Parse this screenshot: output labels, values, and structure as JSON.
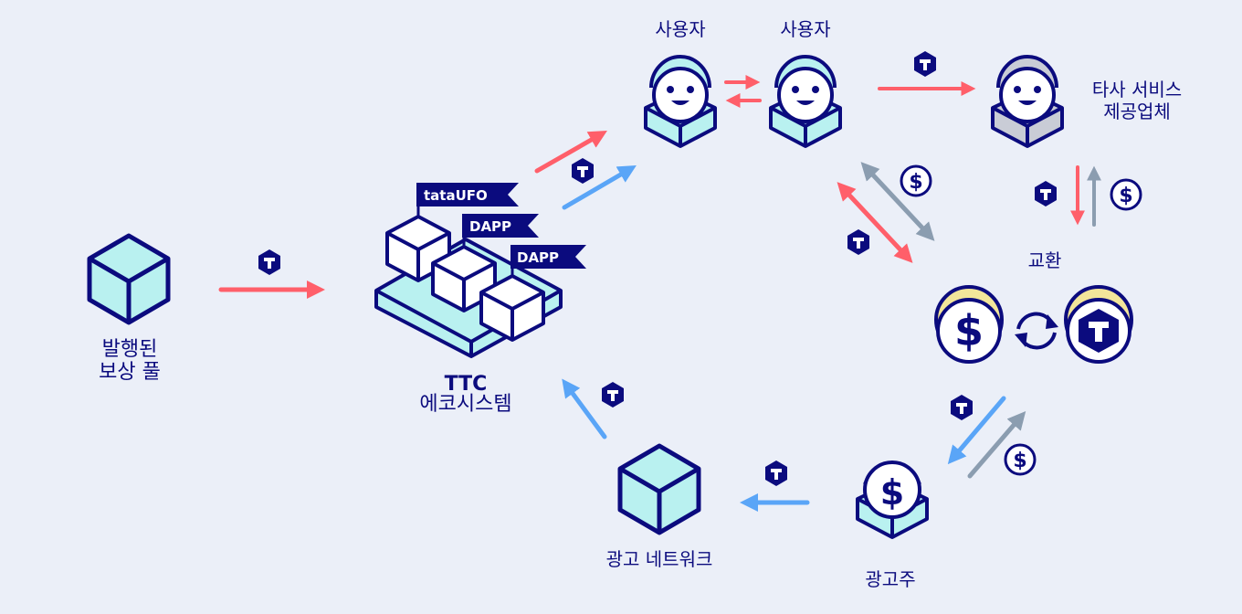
{
  "diagram": {
    "title": "TTC ecosystem token flow",
    "colors": {
      "background": "#ebeff8",
      "navy": "#0b0b7e",
      "cube_fill": "#b9f1f0",
      "red_arrow": "#ff5f6a",
      "blue_arrow": "#5aa5f7",
      "gray_arrow": "#8b9db0",
      "coin_rim": "#f2e59a",
      "provider_gray": "#c9ccd6"
    },
    "nodes": {
      "reward_pool": {
        "label_line1": "발행된",
        "label_line2": "보상 풀"
      },
      "ecosystem": {
        "label_line1": "TTC",
        "label_line2": "에코시스템",
        "flags": [
          "tataUFO",
          "DAPP",
          "DAPP"
        ]
      },
      "user1": {
        "label": "사용자"
      },
      "user2": {
        "label": "사용자"
      },
      "third_party": {
        "label_line1": "타사 서비스",
        "label_line2": "제공업체"
      },
      "exchange": {
        "label": "교환"
      },
      "advertiser": {
        "label": "광고주"
      },
      "ad_network": {
        "label": "광고 네트워크"
      }
    },
    "icons": {
      "token": "T",
      "dollar": "$"
    }
  }
}
